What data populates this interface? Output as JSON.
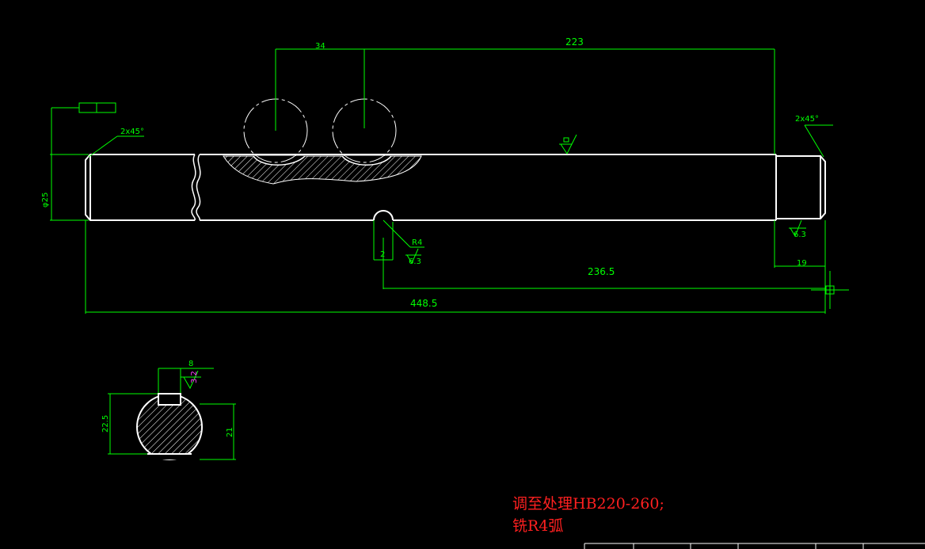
{
  "drawing": {
    "dimensions": {
      "d34": "34",
      "d223": "223",
      "chamfer_left": "2x45°",
      "chamfer_right": "2x45°",
      "diameter": "φ25",
      "radius": "R4",
      "rough_left": "6.3",
      "rough_right": "6.3",
      "d19": "19",
      "d2365": "236.5",
      "d4485": "448.5",
      "key_width": "8",
      "rough_key": "3.2",
      "section_dia": "22.5",
      "section_depth": "21",
      "small_2": "2"
    },
    "notes": {
      "line1": "调至处理HB220-260;",
      "line2": "铣R4弧"
    },
    "colors": {
      "geometry": "#ffffff",
      "dimension": "#00ff00",
      "note": "#ff2020",
      "roughness_key": "#ff40ff"
    }
  }
}
